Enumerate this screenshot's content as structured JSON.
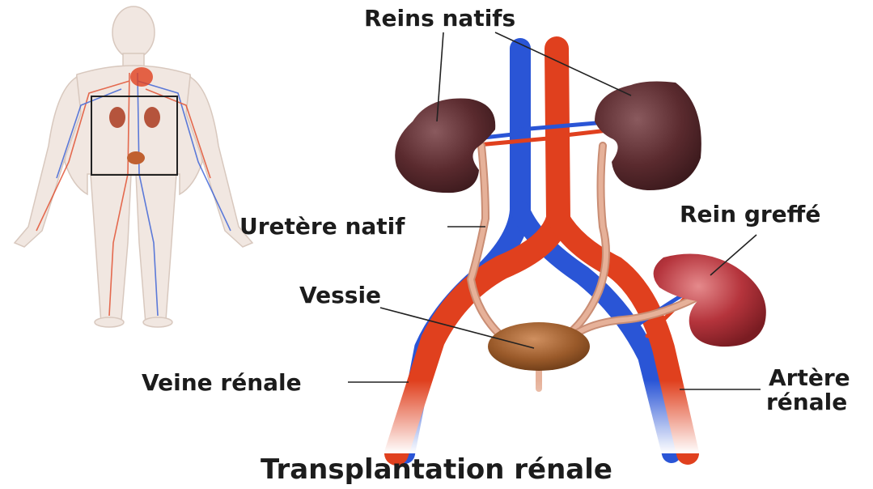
{
  "labels": {
    "reins_natifs": "Reins natifs",
    "rein_greffe": "Rein greffé",
    "uretere_natif": "Uretère natif",
    "vessie": "Vessie",
    "veine_renale": "Veine rénale",
    "artere_renale_line1": "Artère",
    "artere_renale_line2": "rénale"
  },
  "title": "Transplantation rénale",
  "colors": {
    "artery": "#e0401e",
    "vein": "#2a55d6",
    "native_kidney": "#5a2a2e",
    "graft_kidney": "#b5343c",
    "bladder": "#9a5a2a",
    "ureter": "#e6b199"
  }
}
